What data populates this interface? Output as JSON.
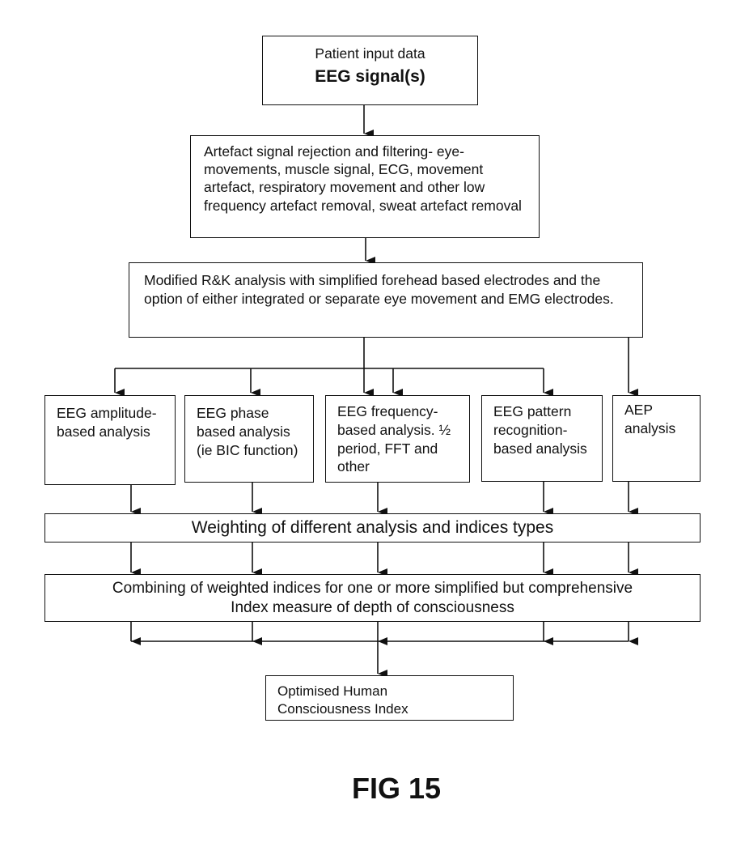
{
  "input": {
    "line1": "Patient input data",
    "line2": "EEG signal(s)"
  },
  "artefact": {
    "text": "Artefact signal rejection and filtering- eye-movements, muscle signal, ECG, movement artefact, respiratory movement and other low frequency artefact removal, sweat artefact removal"
  },
  "rk": {
    "text": "Modified R&K analysis with simplified forehead based electrodes and the option of either integrated or separate eye movement and EMG electrodes."
  },
  "analyses": [
    {
      "text": "EEG amplitude-based analysis"
    },
    {
      "text": "EEG phase based analysis (ie BIC function)"
    },
    {
      "text": "EEG frequency-based analysis. ½ period, FFT and other"
    },
    {
      "text": "EEG pattern recognition-based analysis"
    },
    {
      "text": "AEP analysis"
    }
  ],
  "weighting": {
    "text": "Weighting of different analysis and indices types"
  },
  "combining": {
    "line1": "Combining of weighted indices for one or more simplified but  comprehensive",
    "line2": "Index measure of depth of consciousness"
  },
  "output": {
    "text": "Optimised Human Consciousness Index"
  },
  "figure_label": "FIG 15"
}
